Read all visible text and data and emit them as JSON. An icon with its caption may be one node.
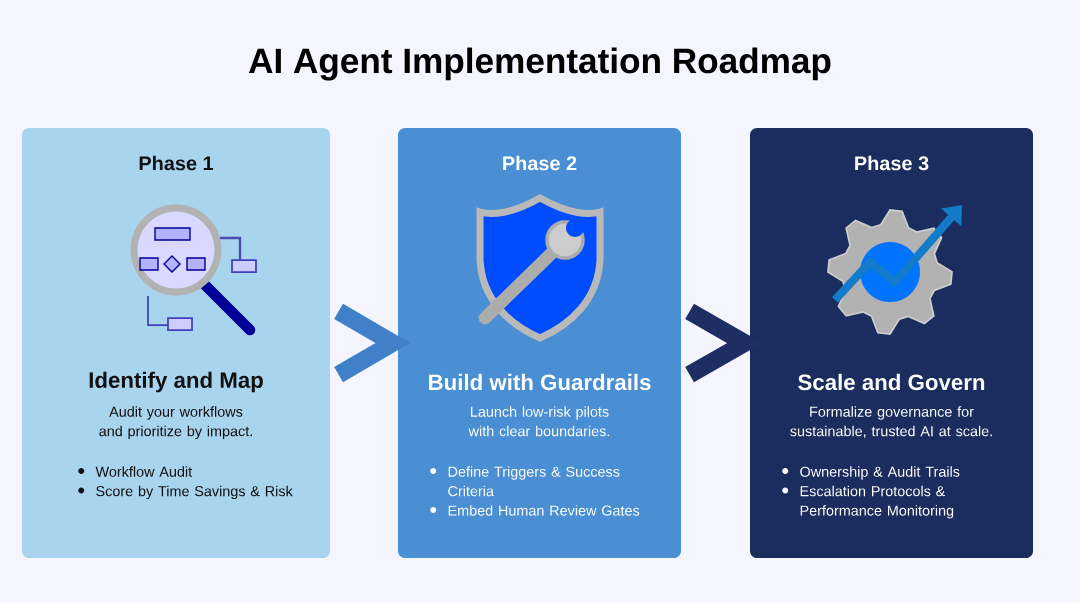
{
  "diagram": {
    "title": "AI Agent Implementation Roadmap",
    "nodes": [
      {
        "text": [
          "Phase 1",
          "Identify and Map",
          "Audit your workflows and prioritize by impact.",
          "Workflow Audit",
          "Score by Time Savings & Risk"
        ]
      },
      {
        "text": [
          "Phase 2",
          "Build with Guardrails",
          "Launch low-risk pilots with clear boundaries.",
          "Define Triggers & Success Criteria",
          "Embed Human Review Gates"
        ]
      },
      {
        "text": [
          "Phase 3",
          "Scale and Govern",
          "Formalize governance for sustainable, trusted AI at scale.",
          "Ownership & Audit Trails",
          "Escalation Protocols & Performance Monitoring"
        ]
      }
    ],
    "edges": [
      {
        "from": 0,
        "to": 1,
        "arrow": "to",
        "color": "#3f80c9"
      },
      {
        "from": 1,
        "to": 2,
        "arrow": "to",
        "color": "#1e2e62"
      }
    ]
  }
}
